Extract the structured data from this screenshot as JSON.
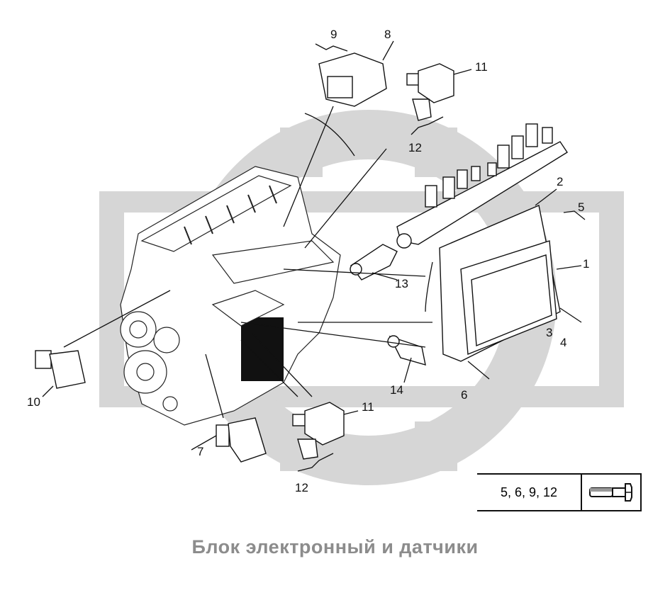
{
  "title": "Блок электронный и датчики",
  "callouts": [
    "1",
    "2",
    "3",
    "4",
    "5",
    "6",
    "7",
    "8",
    "9",
    "10",
    "11",
    "12",
    "13",
    "14"
  ],
  "reference_table": {
    "items": "5, 6, 9, 12",
    "icon": "bolt-icon"
  },
  "colors": {
    "watermark": "#d4d4d4",
    "title": "#8c8c8c",
    "lines": "#111111"
  }
}
